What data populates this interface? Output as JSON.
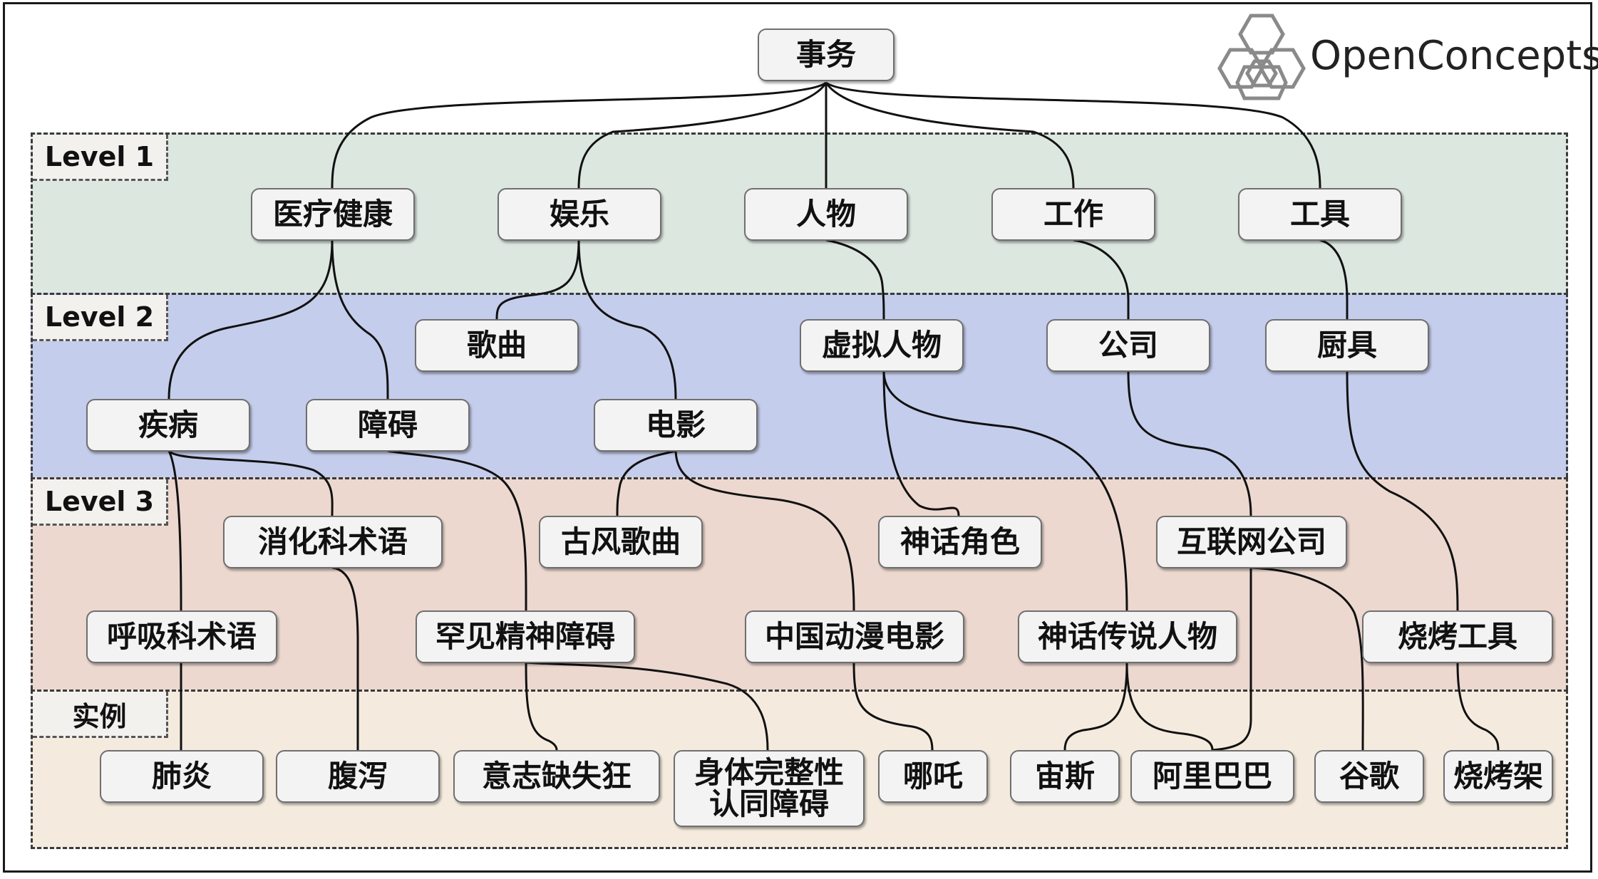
{
  "brand": {
    "name": "OpenConcepts",
    "icon": "hexagon-cluster-icon"
  },
  "levels": {
    "l1": "Level 1",
    "l2": "Level 2",
    "l3": "Level 3",
    "instances": "实例"
  },
  "colors": {
    "level1": "#dce7e0",
    "level2": "#c5cdec",
    "level3": "#ecd8cf",
    "instances": "#f4ebde",
    "node": "#f3f3f3",
    "edge": "#111111"
  },
  "nodes": {
    "root": "事务",
    "medical": "医疗健康",
    "entertainment": "娱乐",
    "person": "人物",
    "work": "工作",
    "tool": "工具",
    "song": "歌曲",
    "virtual_person": "虚拟人物",
    "company": "公司",
    "kitchenware": "厨具",
    "disease": "疾病",
    "disorder": "障碍",
    "movie": "电影",
    "digestive_term": "消化科术语",
    "ancient_song": "古风歌曲",
    "myth_role": "神话角色",
    "internet_company": "互联网公司",
    "respiratory_term": "呼吸科术语",
    "rare_mental_disorder": "罕见精神障碍",
    "chinese_anime_movie": "中国动漫电影",
    "myth_legend_person": "神话传说人物",
    "bbq_tool": "烧烤工具",
    "pneumonia": "肺炎",
    "diarrhea": "腹泻",
    "abulia": "意志缺失狂",
    "biid": "身体完整性\n认同障碍",
    "nezha": "哪吒",
    "zeus": "宙斯",
    "alibaba": "阿里巴巴",
    "google": "谷歌",
    "bbq_rack": "烧烤架"
  }
}
